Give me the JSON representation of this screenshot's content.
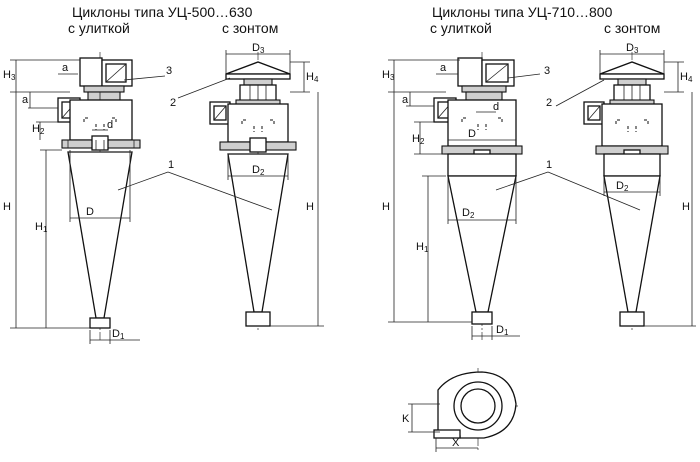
{
  "left": {
    "title": "Циклоны типа УЦ-500…630",
    "variant_volute": "с улиткой",
    "variant_umbrella": "с зонтом"
  },
  "right": {
    "title": "Циклоны типа УЦ-710…800",
    "variant_volute": "с улиткой",
    "variant_umbrella": "с зонтом"
  },
  "labels": {
    "H": "H",
    "H1": "H",
    "H2": "H",
    "H3": "H",
    "H4": "H",
    "H_sub_1": "1",
    "H_sub_2": "2",
    "H_sub_3": "3",
    "H_sub_4": "4",
    "D": "D",
    "D1": "D",
    "D2": "D",
    "D3": "D",
    "D_sub_1": "1",
    "D_sub_2": "2",
    "D_sub_3": "3",
    "d": "d",
    "a": "a",
    "K": "K",
    "X": "X",
    "callout_1": "1",
    "callout_2": "2",
    "callout_3": "3"
  }
}
